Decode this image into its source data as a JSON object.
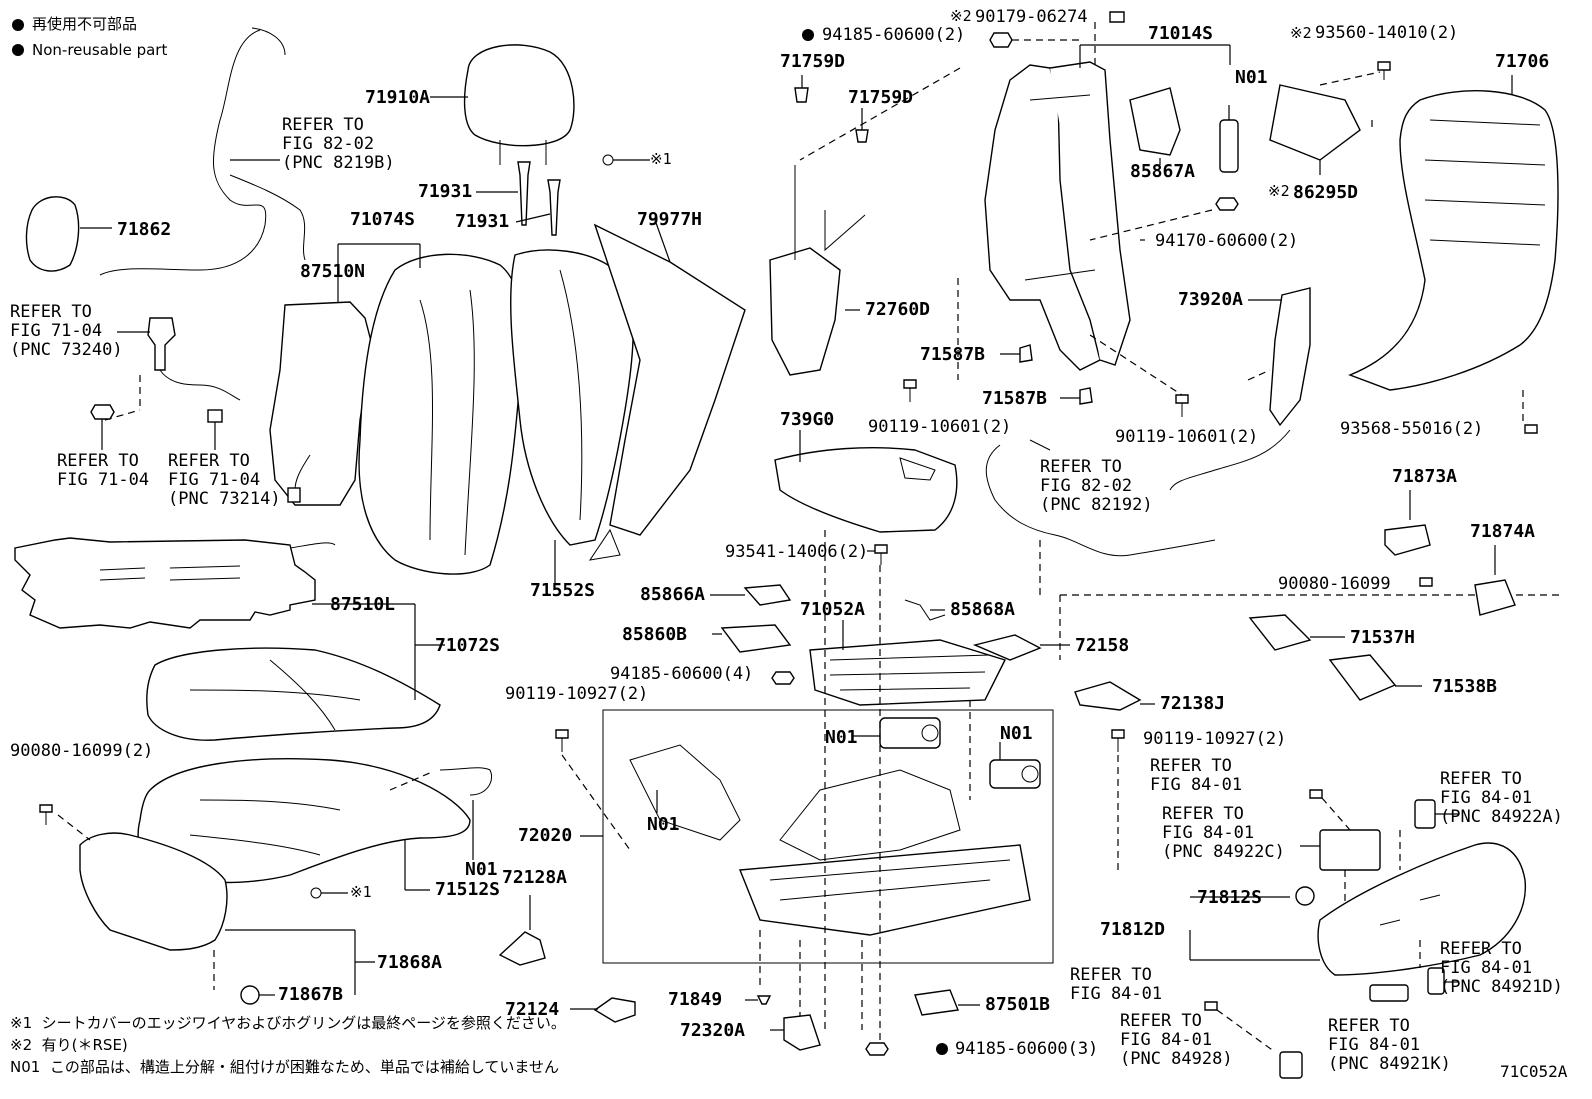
{
  "legend": {
    "dot_jp": "再使用不可部品",
    "dot_en": "Non-reusable part"
  },
  "labels": {
    "p71910A": "71910A",
    "p71931a": "71931",
    "p71931b": "71931",
    "p71074S": "71074S",
    "p87510N": "87510N",
    "p79977H": "79977H",
    "p71862": "71862",
    "p71552S": "71552S",
    "p87510L": "87510L",
    "p71072S": "71072S",
    "p71512S": "71512S",
    "p71868A": "71868A",
    "p71867B": "71867B",
    "p72128A": "72128A",
    "p72124": "72124",
    "p71849": "71849",
    "p72320A": "72320A",
    "p72020": "72020",
    "p87501B": "87501B",
    "p85866A": "85866A",
    "p85860B": "85860B",
    "p71052A": "71052A",
    "p85868A": "85868A",
    "p72158": "72158",
    "p72138J": "72138J",
    "p739G0": "739G0",
    "p71759Da": "71759D",
    "p71759Db": "71759D",
    "p72760D": "72760D",
    "p71587Ba": "71587B",
    "p71587Bb": "71587B",
    "p71014S": "71014S",
    "pN01a": "N01",
    "p85867A": "85867A",
    "p73920A": "73920A",
    "p86295D": "86295D",
    "p71706": "71706",
    "p71873A": "71873A",
    "p71874A": "71874A",
    "p71537H": "71537H",
    "p71538B": "71538B",
    "p71812S": "71812S",
    "p71812D": "71812D",
    "pN01b": "N01",
    "pN01c": "N01",
    "pN01d": "N01",
    "pN01e": "N01"
  },
  "bolts": {
    "b94185_60600_2": "94185-60600(2)",
    "b90179_06274": "90179-06274",
    "b93560_14010_2": "93560-14010(2)",
    "b94170_60600_2": "94170-60600(2)",
    "b90119_10601_2a": "90119-10601(2)",
    "b90119_10601_2b": "90119-10601(2)",
    "b93568_55016_2": "93568-55016(2)",
    "b93541_14006_2": "93541-14006(2)",
    "b94185_60600_4": "94185-60600(4)",
    "b90119_10927_2a": "90119-10927(2)",
    "b90119_10927_2b": "90119-10927(2)",
    "b90080_16099_2": "90080-16099(2)",
    "b90080_16099": "90080-16099",
    "b94185_60600_3": "94185-60600(3)"
  },
  "marks": {
    "m1": "※1",
    "m2": "※2"
  },
  "refers": {
    "r_82_02_a": "REFER TO\nFIG 82-02\n(PNC 8219B)",
    "r_71_04_73240": "REFER TO\nFIG 71-04\n(PNC 73240)",
    "r_71_04": "REFER TO\nFIG 71-04",
    "r_71_04_73214": "REFER TO\nFIG 71-04\n(PNC 73214)",
    "r_82_02_82192": "REFER TO\nFIG 82-02\n(PNC 82192)",
    "r_84_01_a": "REFER TO\nFIG 84-01",
    "r_84_01_84922C": "REFER TO\nFIG 84-01\n(PNC 84922C)",
    "r_84_01_84922A": "REFER TO\nFIG 84-01\n(PNC 84922A)",
    "r_84_01_84921D": "REFER TO\nFIG 84-01\n(PNC 84921D)",
    "r_84_01_b": "REFER TO\nFIG 84-01",
    "r_84_01_84928": "REFER TO\nFIG 84-01\n(PNC 84928)",
    "r_84_01_84921K": "REFER TO\nFIG 84-01\n(PNC 84921K)"
  },
  "notes": {
    "n1": "※1  シートカバーのエッジワイヤおよびホグリングは最終ページを参照ください。",
    "n2": "※2  有り(＊RSE)",
    "n3": "N01  この部品は、構造上分解・組付けが困難なため、単品では補給していません"
  },
  "figure_code": "71C052A"
}
